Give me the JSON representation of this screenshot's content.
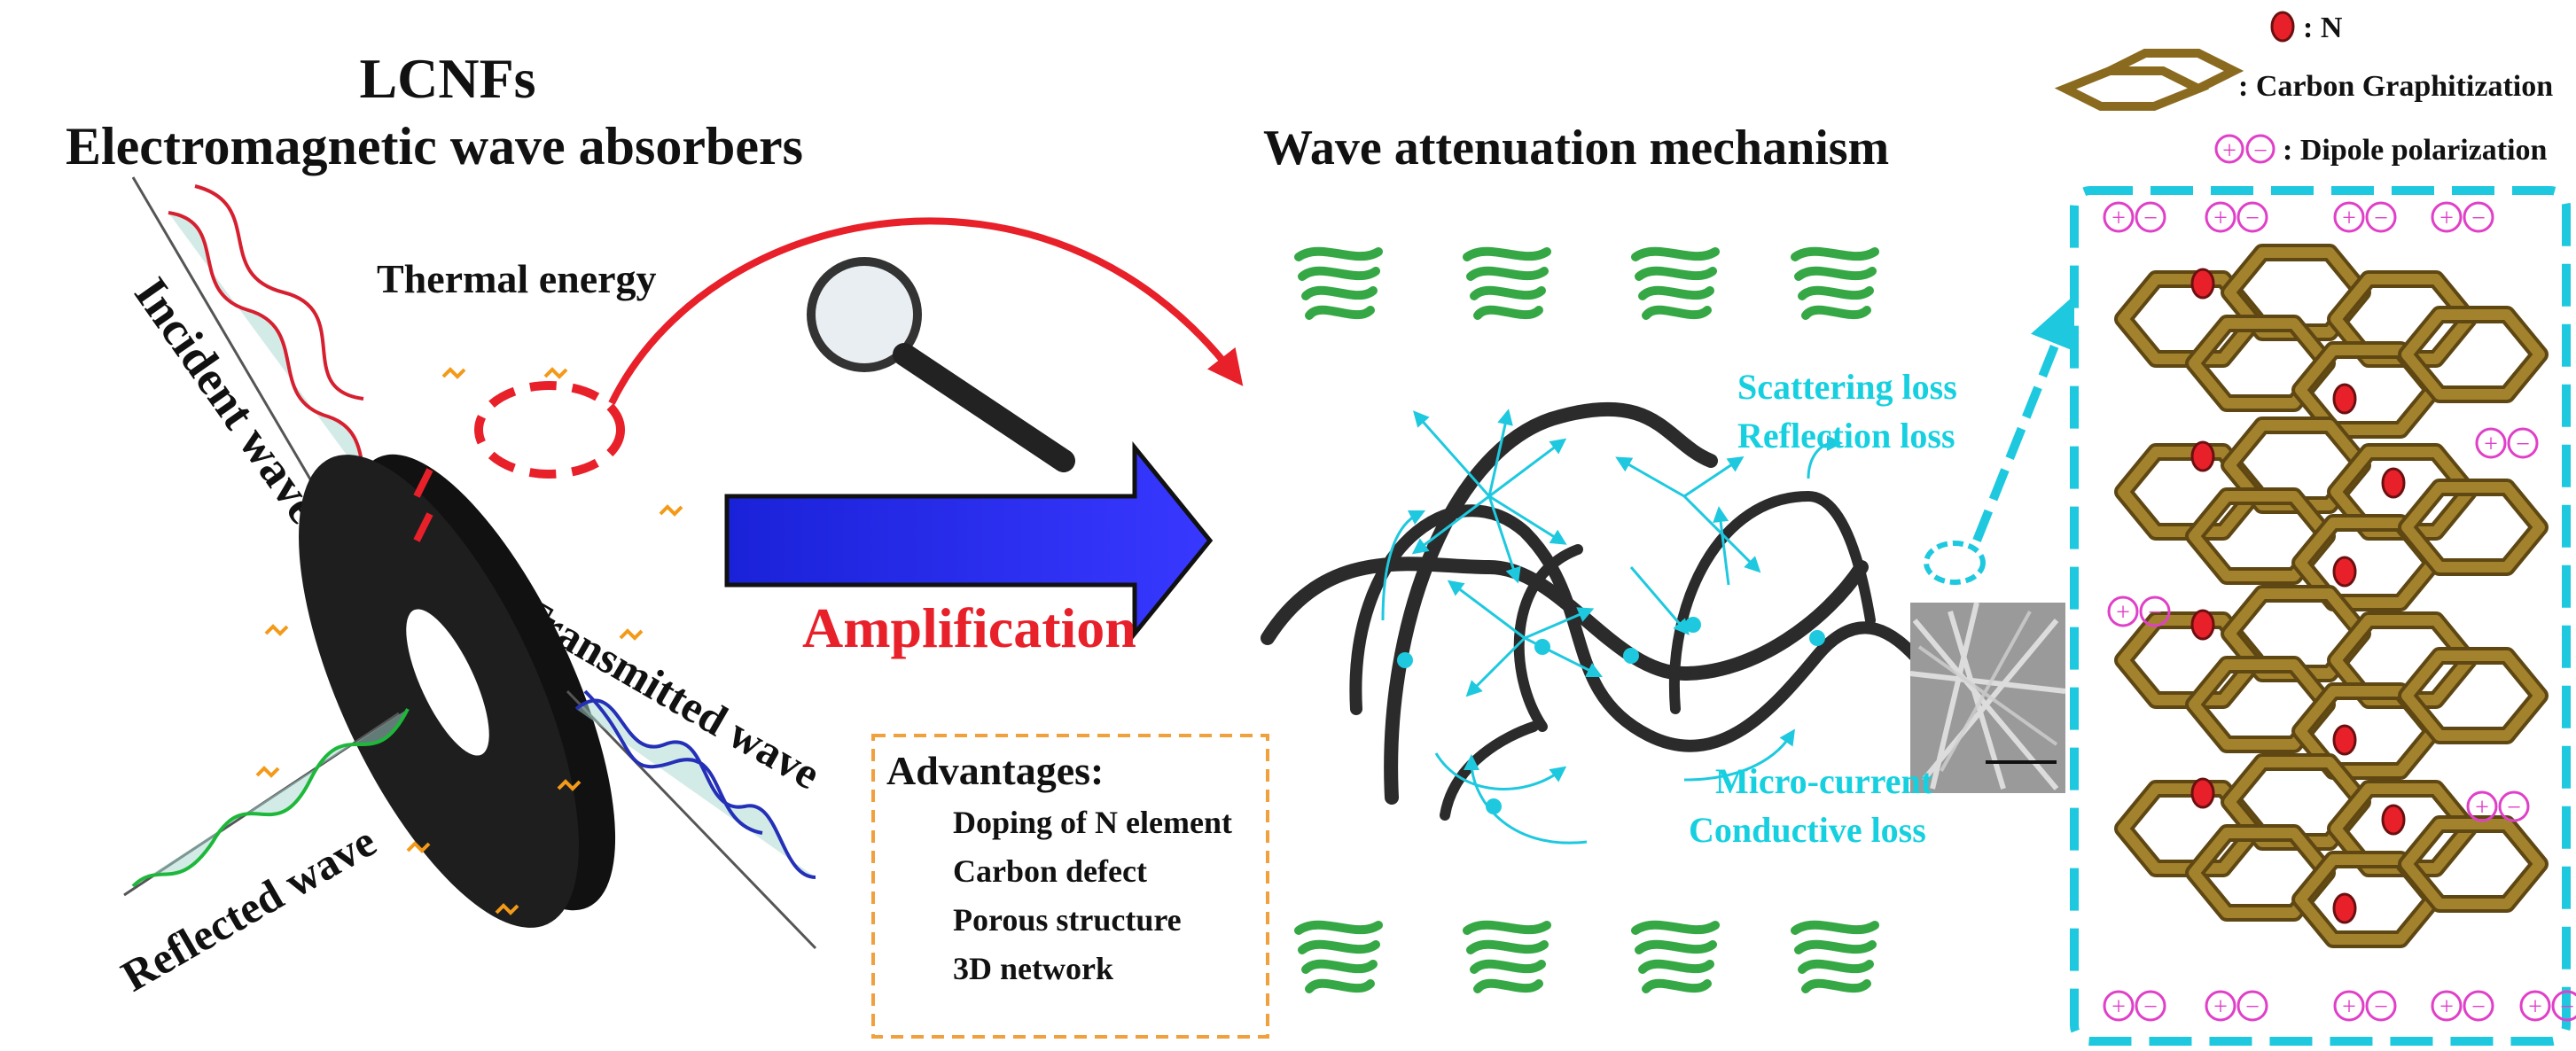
{
  "left_title": {
    "line1": "LCNFs",
    "line2": "Electromagnetic wave absorbers"
  },
  "center_title": "Wave attenuation mechanism",
  "labels": {
    "thermal_energy": "Thermal energy",
    "incident_wave": "Incident wave",
    "transmitted_wave": "Transmitted wave",
    "reflected_wave": "Reflected wave",
    "amplification": "Amplification",
    "scattering_loss": "Scattering loss",
    "reflection_loss": "Reflection loss",
    "micro_current": "Micro-current",
    "conductive_loss": "Conductive loss"
  },
  "advantages": {
    "title": "Advantages:",
    "items": [
      "Doping of N element",
      "Carbon defect",
      "Porous structure",
      "3D network"
    ]
  },
  "legend": [
    {
      "symbol": "red-dot-icon",
      "label": ": N"
    },
    {
      "symbol": "hexagon-grid-icon",
      "label": ": Carbon Graphitization"
    },
    {
      "symbol": "dipole-icon",
      "label": ": Dipole polarization"
    }
  ],
  "dipole_signs": {
    "plus": "+",
    "minus": "−"
  },
  "colors": {
    "title": "#111111",
    "amplification": "#e8202a",
    "mechanism_text": "#16d0e0",
    "arrow_red": "#e8202a",
    "blue_arrow": "#1a22d8",
    "cyan": "#1ec9df",
    "advantages_border": "#f0a03c",
    "green_particle": "#35a845",
    "graphene": "#8a6a1e",
    "dipole": "#e040c8"
  }
}
